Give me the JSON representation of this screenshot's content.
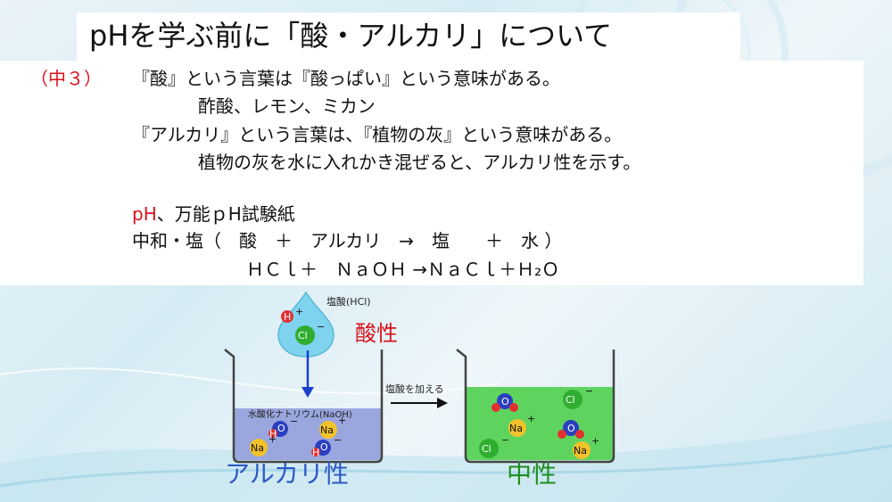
{
  "title": "pHを学ぶ前に「酸・アルカリ」について",
  "grade": "（中３）",
  "lines": {
    "l1": "『酸』という言葉は『酸っぱい』という意味がある。",
    "l2": "酢酸、レモン、ミカン",
    "l3": "『アルカリ』という言葉は、『植物の灰』という意味がある。",
    "l4": "植物の灰を水に入れかき混ぜると、アルカリ性を示す。",
    "l5_red": "pH",
    "l5_rest": "、万能ｐH試験紙",
    "l6": "中和・塩（　酸　＋　アルカリ　→　塩　　＋　水 ）",
    "l7": "ＨＣｌ＋　ＮａＯＨ →ＮａＣｌ＋Ｈ₂Ｏ"
  },
  "diagram": {
    "hcl_label": "塩酸(HCl)",
    "acid_label": "酸性",
    "naoh_label": "水酸化ナトリウム(NaOH)",
    "add_label": "塩酸を加える",
    "alkaline_label": "アルカリ性",
    "neutral_label": "中性",
    "ions": {
      "h": "H",
      "cl": "Cl",
      "na": "Na",
      "o": "O",
      "oh": "OH",
      "plus": "+",
      "minus": "−"
    }
  },
  "colors": {
    "red": "#d8131b",
    "alkaline_blue": "#2d59c6",
    "neutral_green": "#1e8f1e",
    "alkaline_liquid": "#9aa6de",
    "neutral_liquid": "#5ed45e",
    "drop": "#7fd3ee"
  }
}
